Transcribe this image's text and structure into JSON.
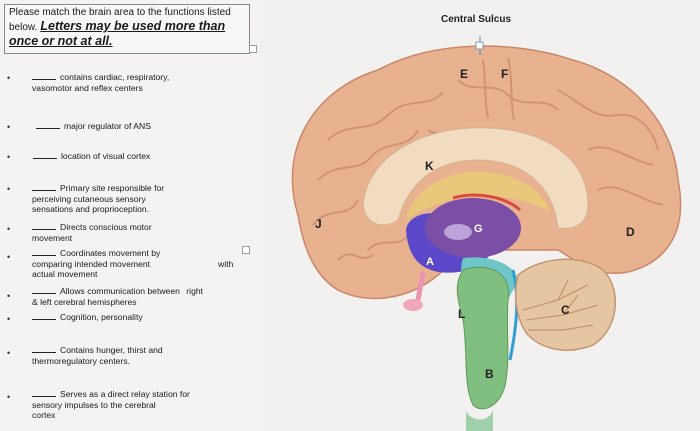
{
  "instructions": {
    "line1": "Please match the brain area to the functions listed",
    "line2_prefix": "below.",
    "emphasis_a": "Letters may be used more than",
    "emphasis_b": "once or not at all."
  },
  "questions": [
    {
      "l1": "contains cardiac, respiratory,",
      "l2": "vasomotor and reflex centers"
    },
    {
      "l1": "major regulator of ANS"
    },
    {
      "l1": "location of visual cortex"
    },
    {
      "l1": "Primary site responsible for",
      "l2": "perceiving cutaneous sensory",
      "l3": "sensations and proprioception."
    },
    {
      "l1": "Directs conscious motor",
      "l2": "movement"
    },
    {
      "l1": "Coordinates movement by",
      "l2": "comparing intended movement",
      "l2b": "with",
      "l3": "actual movement"
    },
    {
      "l1": "Allows communication between",
      "l1b": "right",
      "l2": "& left cerebral hemispheres"
    },
    {
      "l1": "Cognition, personality"
    },
    {
      "l1": "Contains hunger, thirst and",
      "l2": "thermoregulatory centers."
    },
    {
      "l1": "Serves as a direct relay station for",
      "l2": "sensory impulses to the cerebral",
      "l3": "cortex"
    }
  ],
  "figure": {
    "central_sulcus": "Central Sulcus",
    "labels": {
      "A": "A",
      "B": "B",
      "C": "C",
      "D": "D",
      "E": "E",
      "F": "F",
      "G": "G",
      "J": "J",
      "K": "K",
      "L": "L"
    }
  },
  "colors": {
    "cortex": "#e6b08f",
    "thalamus": "#7b4fa6",
    "hypothalamus": "#5a48c8",
    "brainstem": "#7fbf7f",
    "cerebellum": "#e9c9a6",
    "corpus_callosum": "#f0dcc0"
  }
}
